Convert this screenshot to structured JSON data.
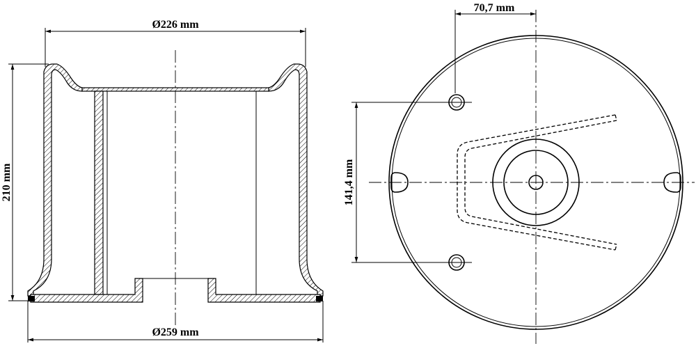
{
  "dimensions": {
    "top_diameter": "Ø226 mm",
    "height": "210 mm",
    "bottom_diameter": "Ø259 mm",
    "hole_offset": "70,7 mm",
    "hole_spacing": "141,4 mm"
  }
}
